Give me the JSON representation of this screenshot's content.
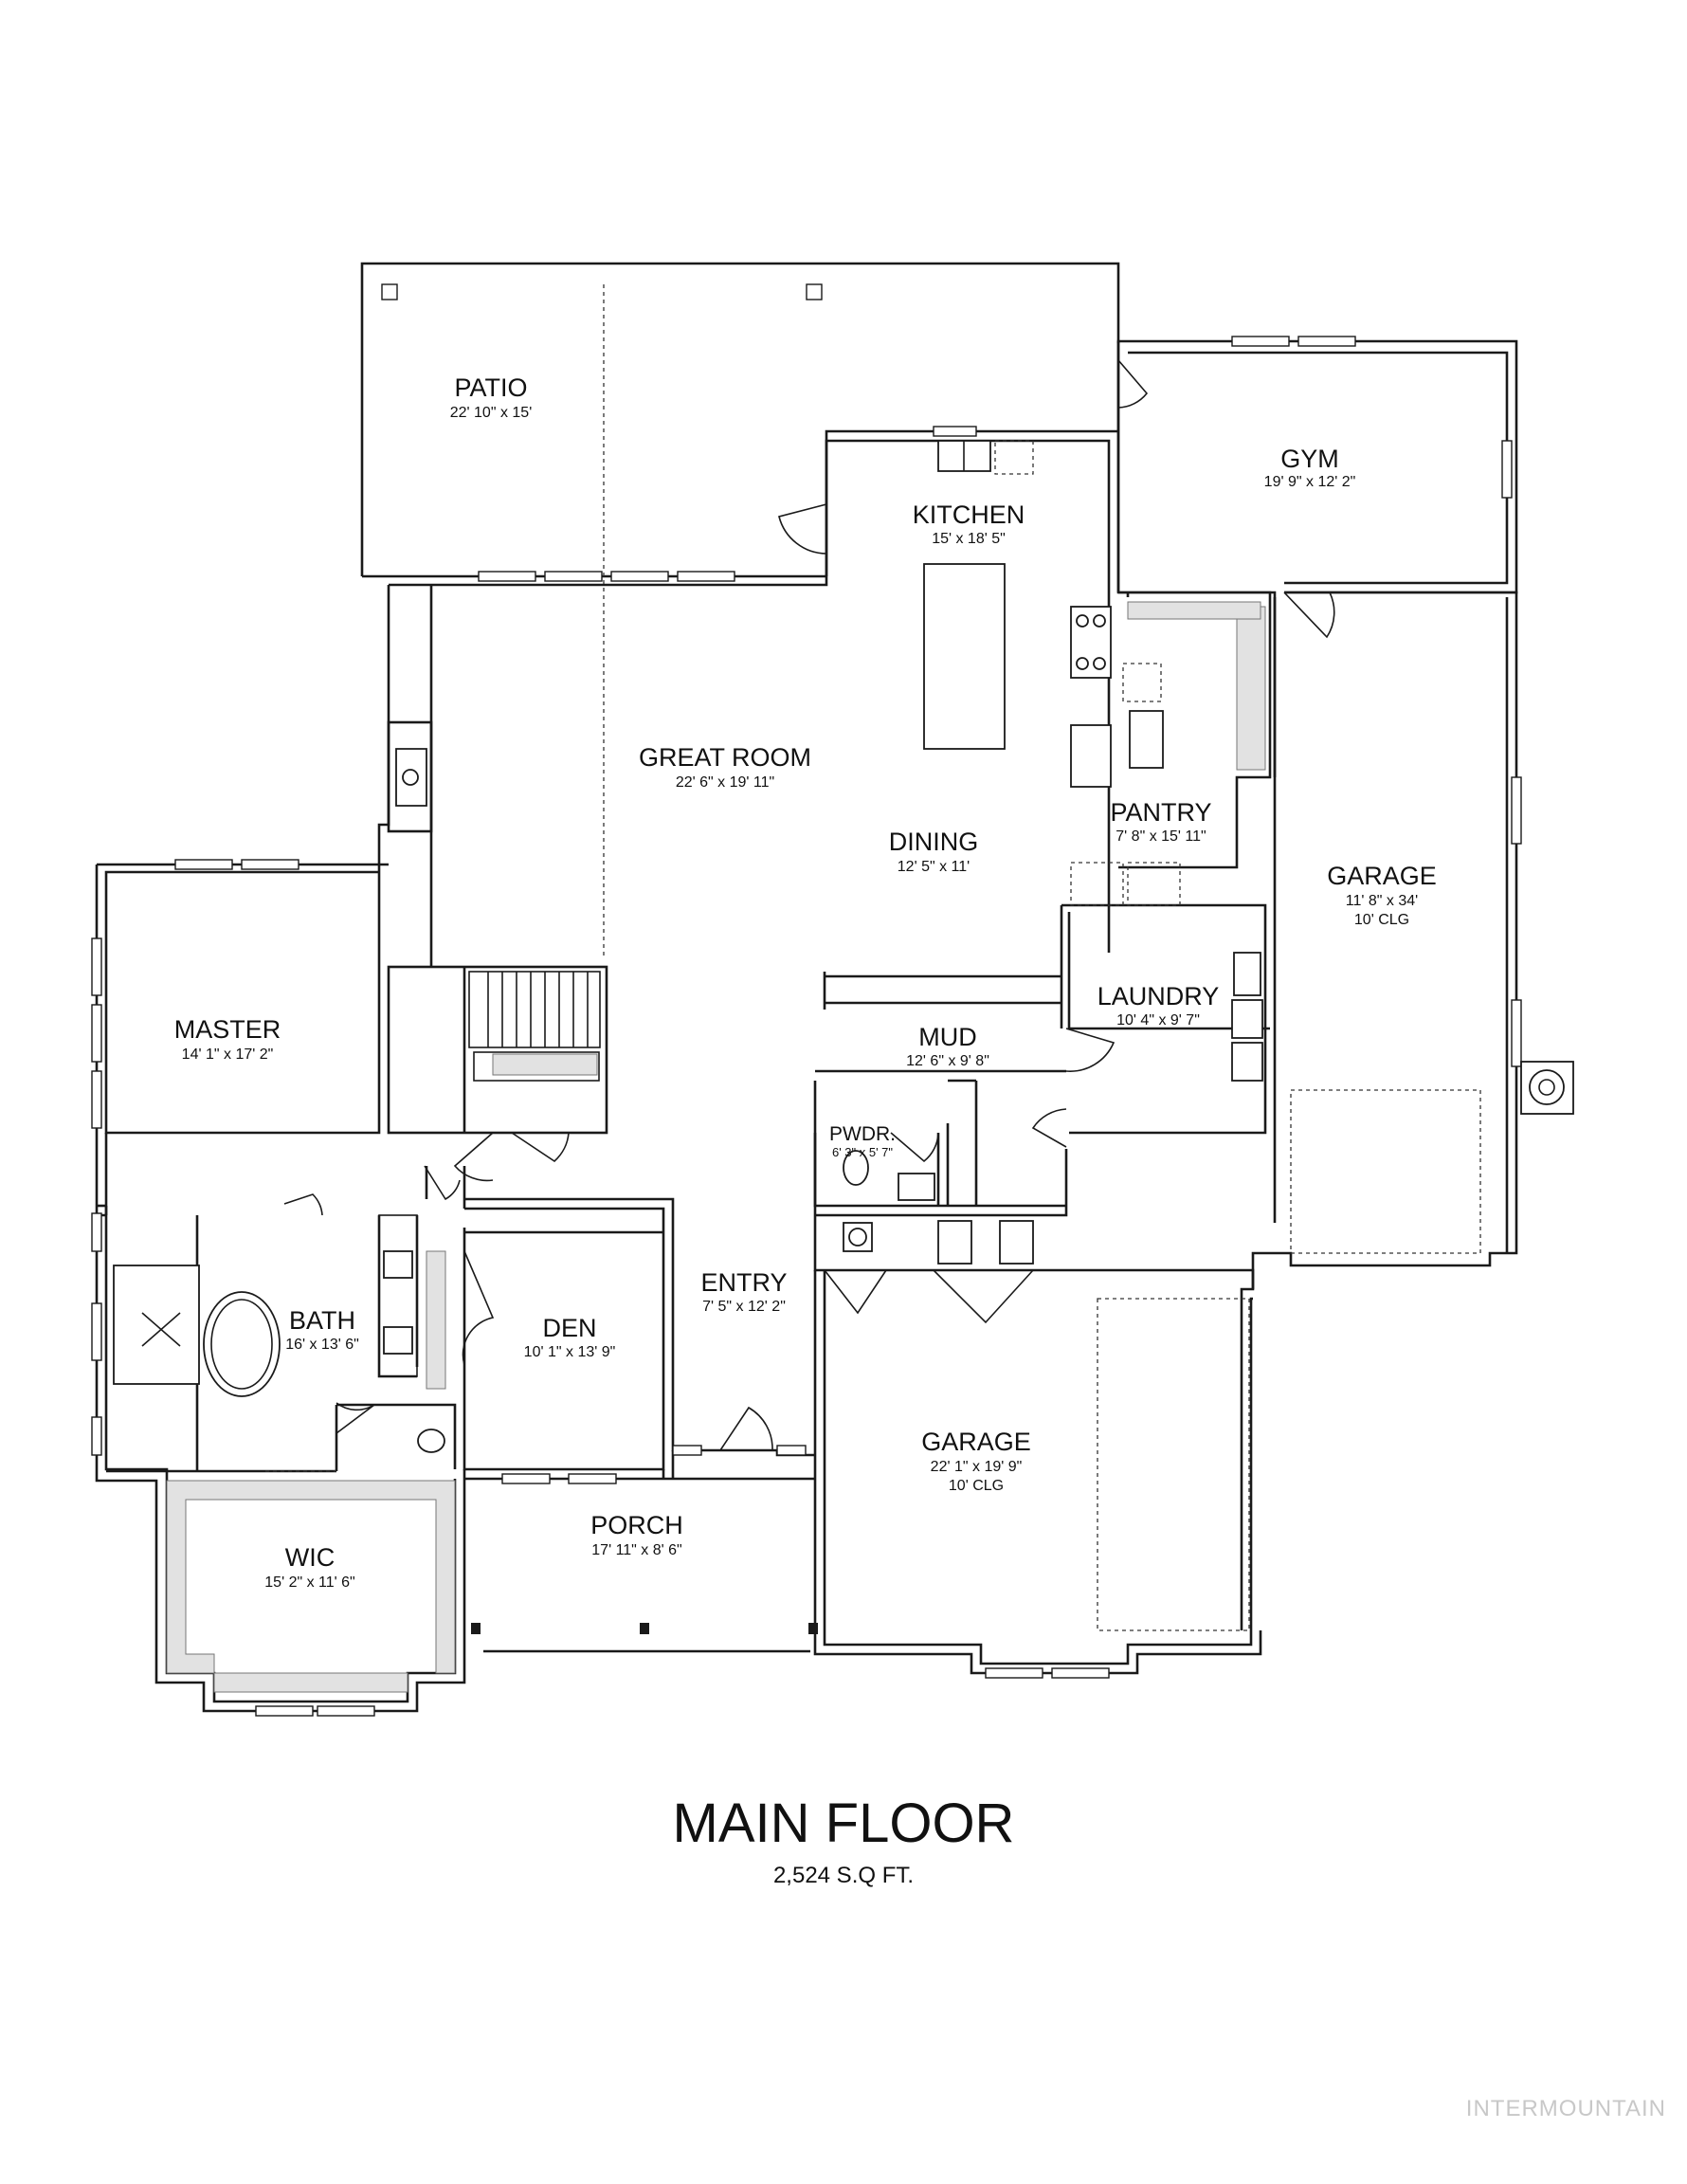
{
  "rooms": {
    "patio": {
      "name": "PATIO",
      "dim": "22' 10\" x 15'"
    },
    "kitchen": {
      "name": "KITCHEN",
      "dim": "15' x 18' 5\""
    },
    "gym": {
      "name": "GYM",
      "dim": "19' 9\" x 12' 2\""
    },
    "great_room": {
      "name": "GREAT ROOM",
      "dim": "22' 6\" x 19' 11\""
    },
    "dining": {
      "name": "DINING",
      "dim": "12' 5\" x 11'"
    },
    "pantry": {
      "name": "PANTRY",
      "dim": "7' 8\" x 15' 11\""
    },
    "garage_side": {
      "name": "GARAGE",
      "dim": "11' 8\" x 34'",
      "note": "10' CLG"
    },
    "master": {
      "name": "MASTER",
      "dim": "14' 1\" x 17' 2\""
    },
    "laundry": {
      "name": "LAUNDRY",
      "dim": "10' 4\" x 9' 7\""
    },
    "mud": {
      "name": "MUD",
      "dim": "12' 6\" x 9' 8\""
    },
    "pwdr": {
      "name": "PWDR.",
      "dim": "6' 3\" x 5' 7\""
    },
    "entry": {
      "name": "ENTRY",
      "dim": "7' 5\" x 12' 2\""
    },
    "bath": {
      "name": "BATH",
      "dim": "16' x 13' 6\""
    },
    "den": {
      "name": "DEN",
      "dim": "10' 1\" x 13' 9\""
    },
    "garage_main": {
      "name": "GARAGE",
      "dim": "22' 1\" x 19' 9\"",
      "note": "10' CLG"
    },
    "porch": {
      "name": "PORCH",
      "dim": "17' 11\" x 8' 6\""
    },
    "wic": {
      "name": "WIC",
      "dim": "15' 2\" x 11' 6\""
    }
  },
  "footer": {
    "title": "MAIN FLOOR",
    "area": "2,524 S.Q FT."
  },
  "watermark": "INTERMOUNTAIN"
}
